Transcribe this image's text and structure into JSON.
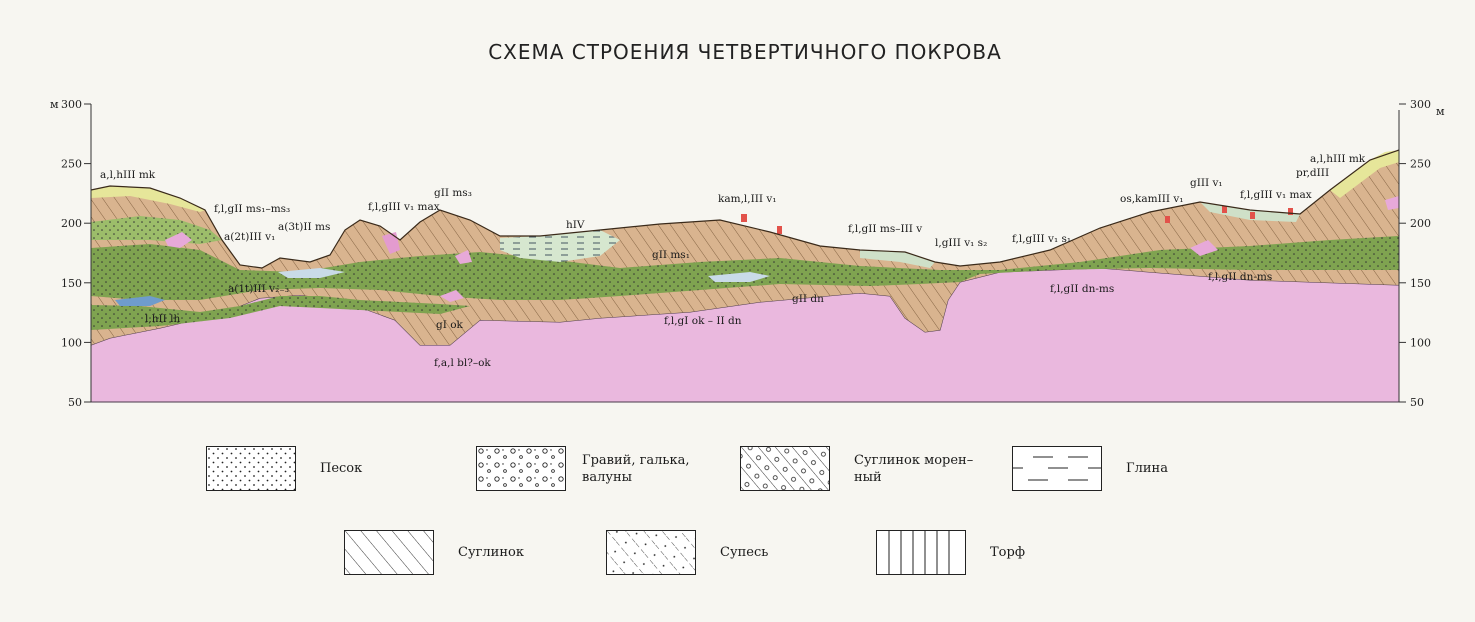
{
  "title": "СХЕМА СТРОЕНИЯ ЧЕТВЕРТИЧНОГО ПОКРОВА",
  "axis": {
    "unit_left": "м",
    "unit_right": "м",
    "ticks": [
      "300",
      "250",
      "200",
      "150",
      "100",
      "50"
    ],
    "tick_values": [
      300,
      250,
      200,
      150,
      100,
      50
    ]
  },
  "bedrock_color": "#eab8de",
  "section_labels": [
    {
      "id": "alh-left",
      "text": "a,l,hIII mk"
    },
    {
      "id": "flg-ms1-ms3",
      "text": "f,l,gII ms₁–ms₃"
    },
    {
      "id": "a2t",
      "text": "a(2t)III v₁"
    },
    {
      "id": "a3t",
      "text": "a(3t)II ms"
    },
    {
      "id": "a1t",
      "text": "a(1t)III v₂₋₃"
    },
    {
      "id": "lhilh",
      "text": "l,hII lh"
    },
    {
      "id": "flg-v1-max",
      "text": "f,l,gIII v₁ max"
    },
    {
      "id": "gII-ms3",
      "text": "gII ms₃"
    },
    {
      "id": "hIV",
      "text": "hIV"
    },
    {
      "id": "gII-ms1",
      "text": "gII ms₁"
    },
    {
      "id": "kam",
      "text": "kam,l,III v₁"
    },
    {
      "id": "flg-ms-v",
      "text": "f,l,gII ms–III v"
    },
    {
      "id": "lgIII-s2",
      "text": "l,gIII v₁ s₂"
    },
    {
      "id": "flg-s1",
      "text": "f,l,gIII v₁ s₁"
    },
    {
      "id": "gII-dn",
      "text": "gII dn"
    },
    {
      "id": "flg-ok-dn",
      "text": "f,l,gI ok – II dn"
    },
    {
      "id": "gI-ok",
      "text": "gI ok"
    },
    {
      "id": "fal",
      "text": "f,a,l bl?–ok"
    },
    {
      "id": "flg-dn-ms-mid",
      "text": "f,l,gII dn-ms"
    },
    {
      "id": "os-kam",
      "text": "os,kamIII v₁"
    },
    {
      "id": "gIII-v1",
      "text": "gIII v₁"
    },
    {
      "id": "flg-v1-max-right",
      "text": "f,l,gIII v₁ max"
    },
    {
      "id": "alh-right",
      "text": "a,l,hIII mk"
    },
    {
      "id": "pr-d",
      "text": "pr,dIII"
    },
    {
      "id": "flg-dn-ms-right",
      "text": "f,l,gII dn-ms"
    }
  ],
  "legend": [
    {
      "id": "sand",
      "pattern": "dots",
      "label": "Песок"
    },
    {
      "id": "gravel",
      "pattern": "circles",
      "label": "Гравий, галька,\nвалуны"
    },
    {
      "id": "moraine-loam",
      "pattern": "hatch-circles",
      "label": "Суглинок морен–\nный"
    },
    {
      "id": "clay",
      "pattern": "dashes",
      "label": "Глина"
    },
    {
      "id": "loam",
      "pattern": "hatch",
      "label": "Суглинок"
    },
    {
      "id": "sandy-loam",
      "pattern": "hatch-dots",
      "label": "Супесь"
    },
    {
      "id": "peat",
      "pattern": "vlines",
      "label": "Торф"
    }
  ]
}
